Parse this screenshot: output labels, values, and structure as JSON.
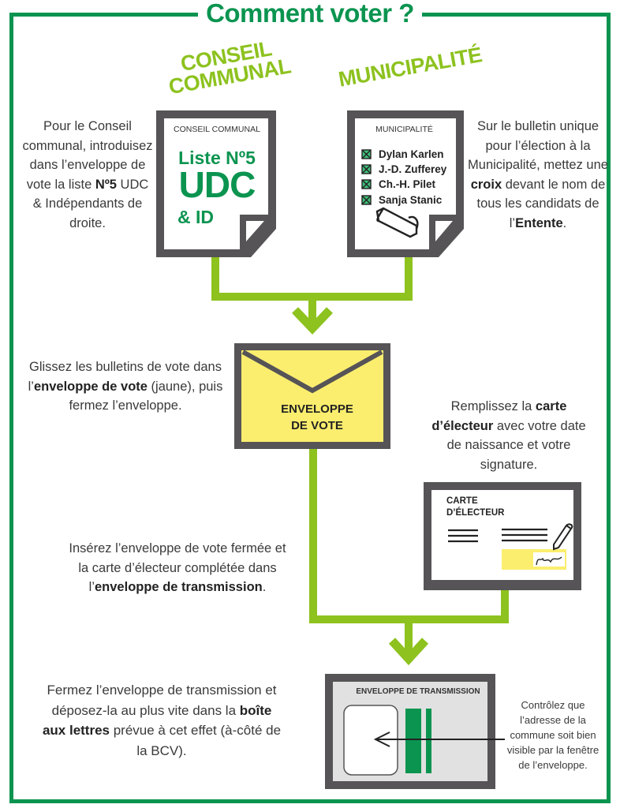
{
  "title": "Comment voter ?",
  "colors": {
    "frame_green": "#0b9450",
    "connector_lime": "#8dc21f",
    "outline_gray": "#565456",
    "envelope_yellow": "#fbee6e",
    "transmission_gray": "#e1e1e1"
  },
  "sections": {
    "conseil_label_line1": "CONSEIL",
    "conseil_label_line2": "COMMUNAL",
    "municipalite_label": "MUNICIPALITÉ"
  },
  "ballot_conseil": {
    "header": "CONSEIL COMMUNAL",
    "list": "Liste Nº5",
    "party": "UDC",
    "suffix": "& ID"
  },
  "ballot_municipalite": {
    "header": "MUNICIPALITÉ",
    "candidates": [
      "Dylan Karlen",
      "J.-D. Zufferey",
      "Ch.-H. Pilet",
      "Sanja Stanic"
    ],
    "checkbox_icon": "checked-box-icon",
    "pen_icon": "pen-icon"
  },
  "instructions": {
    "conseil": {
      "t1": "Pour le Conseil communal, introduisez dans l’enveloppe de vote la liste ",
      "b1": "Nº5",
      "t2": " UDC & Indépendants de droite."
    },
    "municipalite": {
      "t1": "Sur le bulletin unique pour l’élection à la Municipalité, mettez une ",
      "b1": "croix",
      "t2": " devant le nom de tous les candidats de l’",
      "b2": "Entente",
      "t3": "."
    },
    "envelope_vote": {
      "t1": "Glissez les bulletins de vote dans l’",
      "b1": "enveloppe de vote",
      "t2": " (jaune), puis fermez l’enveloppe."
    },
    "carte": {
      "t1": "Remplissez la ",
      "b1": "carte d’électeur",
      "t2": " avec votre date de naissance et votre signature."
    },
    "inserer": {
      "t1": "Insérez l’enveloppe de vote fermée et la carte d’électeur complétée dans l’",
      "b1": "enveloppe de transmission",
      "t2": "."
    },
    "fermer": {
      "t1": "Fermez l’enveloppe de transmission et déposez-la au plus vite dans la ",
      "b1": "boîte aux lettres",
      "t2": " prévue à cet effet (à-côté de la BCV)."
    },
    "controle": "Contrôlez que l’adresse de la commune soit bien visible par la fenêtre de l’enveloppe."
  },
  "envelope_vote": {
    "line1": "ENVELOPPE",
    "line2": "DE VOTE"
  },
  "carte": {
    "line1": "CARTE",
    "line2": "D’ÉLECTEUR"
  },
  "transmission": {
    "label": "ENVELOPPE DE TRANSMISSION"
  }
}
